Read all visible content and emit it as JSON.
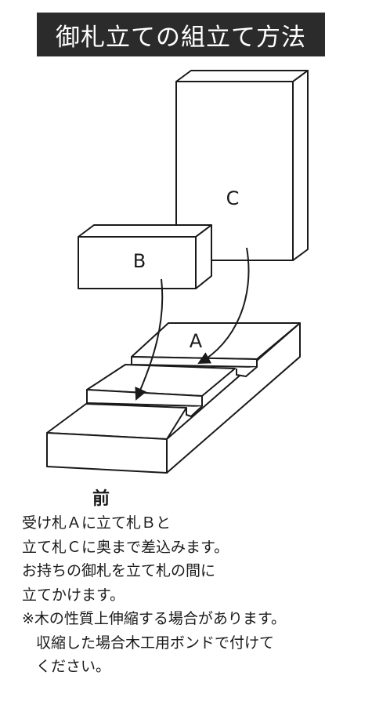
{
  "title": "御札立ての組立て方法",
  "parts": {
    "a": "A",
    "b": "B",
    "c": "C"
  },
  "front_label": "前",
  "instructions": [
    "受け札Ａに立て札Ｂと",
    "立て札Ｃに奥まで差込みます。",
    "お持ちの御札を立て札の間に",
    "立てかけます。"
  ],
  "note_lines": [
    "※木の性質上伸縮する場合があります。",
    "収縮した場合木工用ボンドで付けて",
    "ください。"
  ],
  "colors": {
    "title_background": "#2b2b2b",
    "title_text": "#ffffff",
    "line": "#1a1a1a"
  }
}
